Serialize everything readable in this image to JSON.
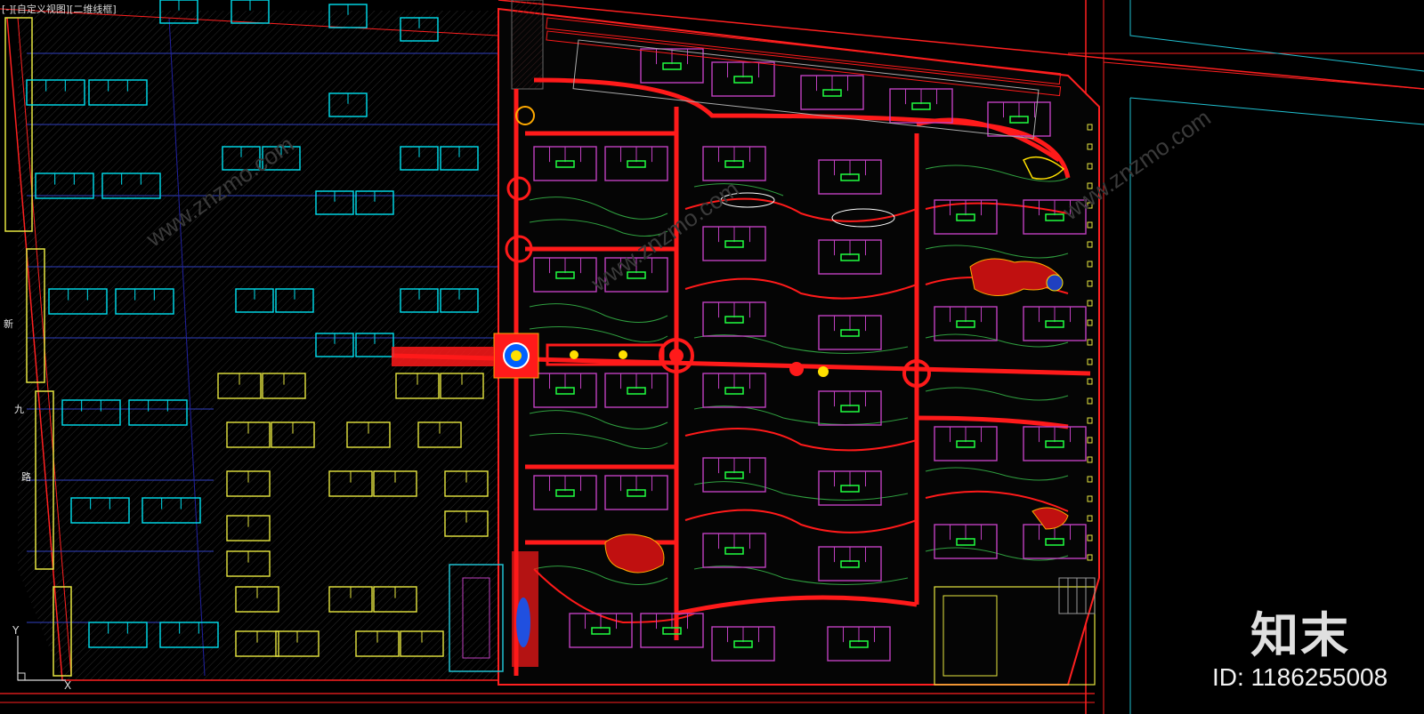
{
  "viewport": {
    "label": "[-][自定义视图][二维线框]"
  },
  "side_marks": [
    "新",
    "九",
    "路"
  ],
  "ucs": {
    "y_label": "Y",
    "x_label": "X"
  },
  "watermark": {
    "logo": "知末",
    "id_text": "ID: 1186255008",
    "diagonal": "www.znzmo.com"
  },
  "colors": {
    "background": "#000000",
    "road_red": "#ff1a1a",
    "building_magenta": "#c040c0",
    "building_cyan": "#00e0f0",
    "building_yellow": "#e6e640",
    "label_green": "#20ff40",
    "landscape_green": "#30a040",
    "boundary_cyan": "#20c0d0"
  }
}
